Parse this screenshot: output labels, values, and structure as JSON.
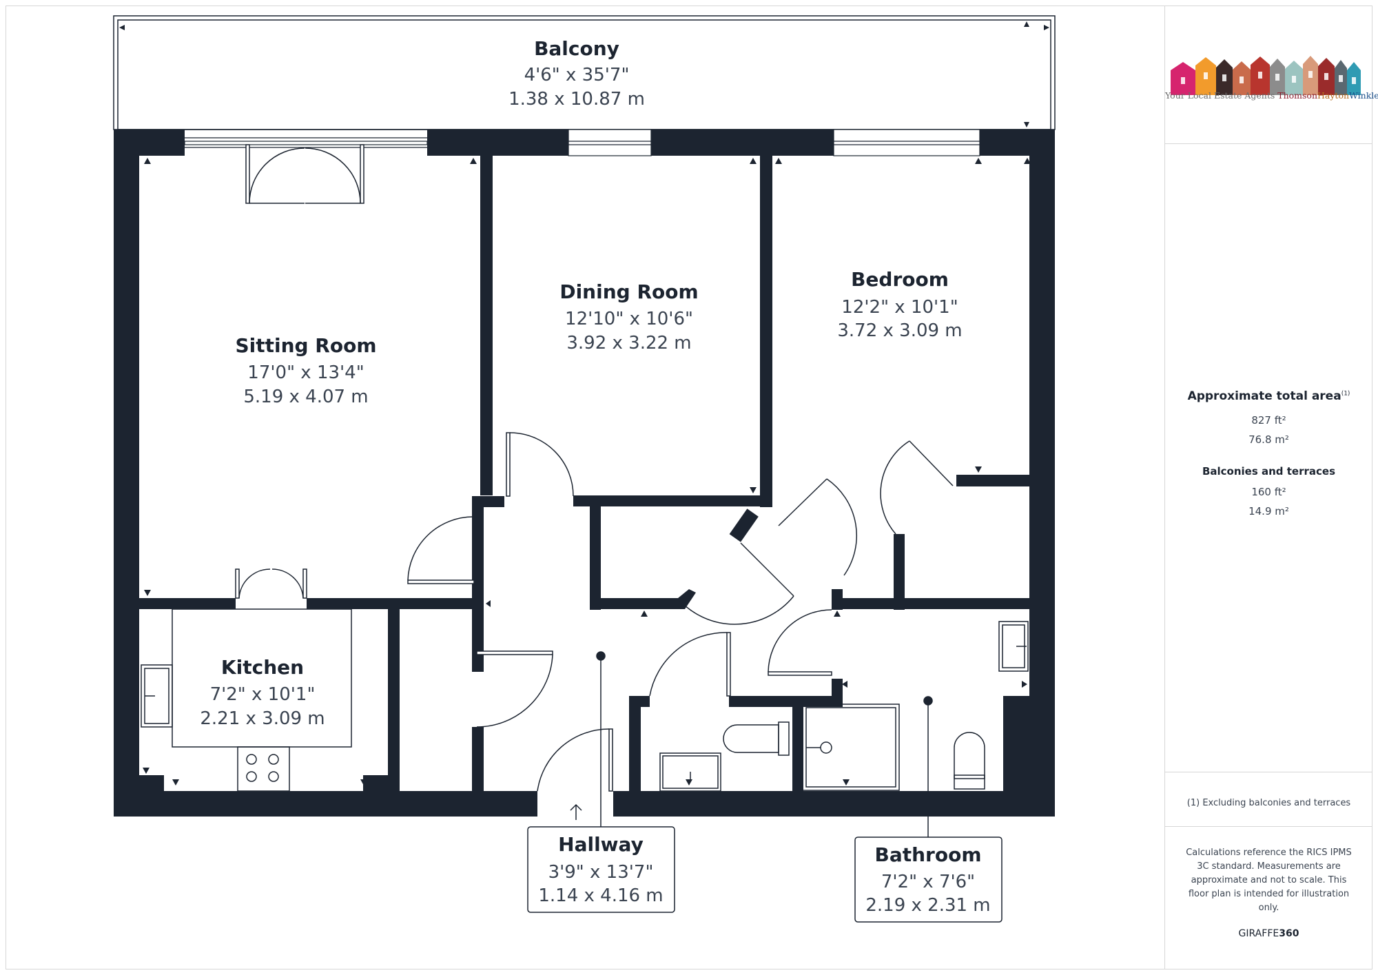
{
  "brand": {
    "tagline": "Your Local Estate Agents",
    "name_part1": "Thomson",
    "name_part2": "Hayton",
    "name_part3": "Winkley",
    "colors": [
      "#d6246e",
      "#f29b2c",
      "#3b2a2a",
      "#c96b4b",
      "#b8352e",
      "#8c8c8c",
      "#9cc4c0",
      "#d89a7a",
      "#9a2b2b",
      "#5a6870",
      "#2f9bb3"
    ]
  },
  "rooms": {
    "balcony": {
      "name": "Balcony",
      "imperial": "4'6\" x 35'7\"",
      "metric": "1.38 x 10.87 m"
    },
    "sitting": {
      "name": "Sitting Room",
      "imperial": "17'0\" x 13'4\"",
      "metric": "5.19 x 4.07 m"
    },
    "dining": {
      "name": "Dining Room",
      "imperial": "12'10\" x 10'6\"",
      "metric": "3.92 x 3.22 m"
    },
    "bedroom": {
      "name": "Bedroom",
      "imperial": "12'2\" x 10'1\"",
      "metric": "3.72 x 3.09 m"
    },
    "kitchen": {
      "name": "Kitchen",
      "imperial": "7'2\" x 10'1\"",
      "metric": "2.21 x 3.09 m"
    },
    "hallway": {
      "name": "Hallway",
      "imperial": "3'9\" x 13'7\"",
      "metric": "1.14 x 4.16 m"
    },
    "bathroom": {
      "name": "Bathroom",
      "imperial": "7'2\" x 7'6\"",
      "metric": "2.19 x 2.31 m"
    }
  },
  "area": {
    "total_label": "Approximate total area",
    "total_note_mark": "(1)",
    "total_ft": "827 ft²",
    "total_m": "76.8 m²",
    "balconies_label": "Balconies and terraces",
    "balconies_ft": "160 ft²",
    "balconies_m": "14.9 m²"
  },
  "footnote": "(1) Excluding balconies and terraces",
  "disclaimer_lines": [
    "Calculations reference the RICS IPMS",
    "3C standard. Measurements are",
    "approximate and not to scale. This",
    "floor plan is intended for illustration",
    "only."
  ],
  "credit_part1": "GIRAFFE",
  "credit_part2": "360",
  "colors": {
    "wall": "#1c2430",
    "label_text": "#1c2430",
    "dim_text": "#3a4350",
    "window": "#ffffff",
    "border": "#d6d6d6"
  }
}
